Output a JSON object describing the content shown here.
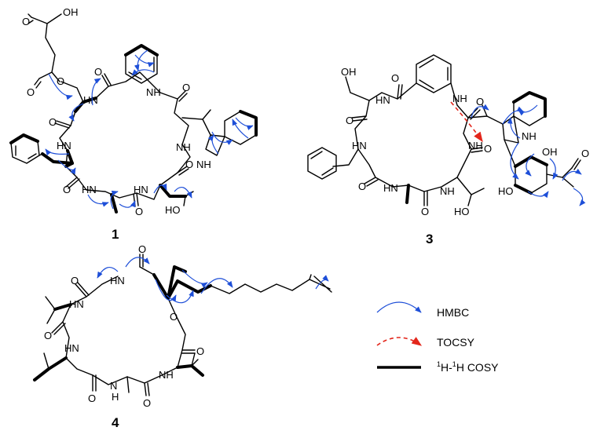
{
  "compounds": [
    {
      "id": "1"
    },
    {
      "id": "3"
    },
    {
      "id": "4"
    }
  ],
  "atom_labels": {
    "oh": "OH",
    "ho": "HO",
    "nh": "NH",
    "hn": "HN",
    "o": "O",
    "n": "N",
    "h": "H"
  },
  "legend": {
    "hmbc": "HMBC",
    "tocsy": "TOCSY",
    "cosy_sup": "1",
    "cosy_mid": "H-",
    "cosy_sup2": "1",
    "cosy_end": "H COSY"
  },
  "colors": {
    "hmbc": "#1e4fd8",
    "tocsy": "#e3261b",
    "bond": "#000000"
  }
}
